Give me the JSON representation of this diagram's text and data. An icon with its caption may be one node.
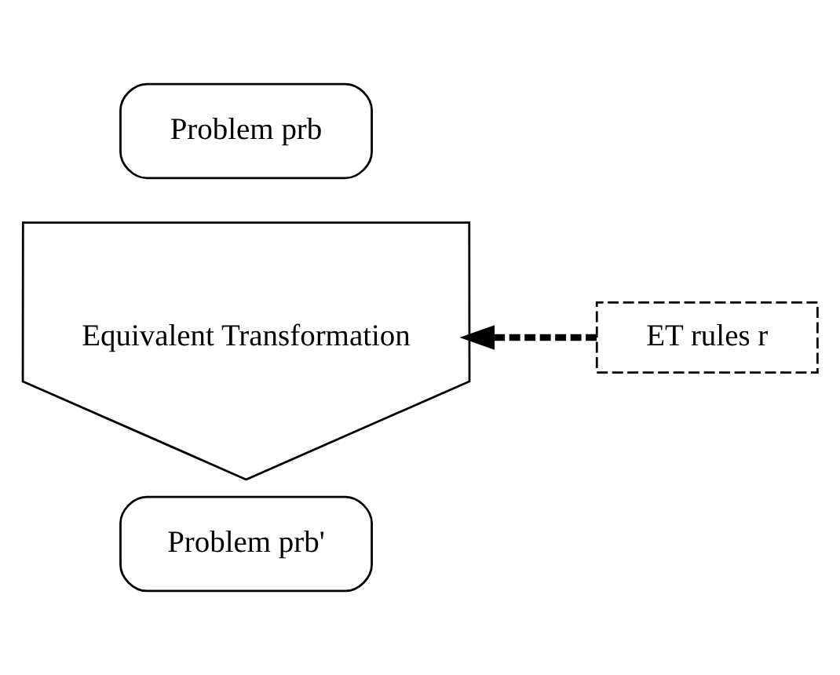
{
  "diagram": {
    "nodes": [
      {
        "text": [
          "Problem prb"
        ]
      },
      {
        "text": [
          "Equivalent Transformation"
        ]
      },
      {
        "text": [
          "Problem prb'"
        ]
      },
      {
        "text": [
          "ET rules r"
        ]
      }
    ],
    "edges": [
      {
        "from": 3,
        "to": 1,
        "arrow": "to",
        "style": "dashed"
      }
    ]
  }
}
